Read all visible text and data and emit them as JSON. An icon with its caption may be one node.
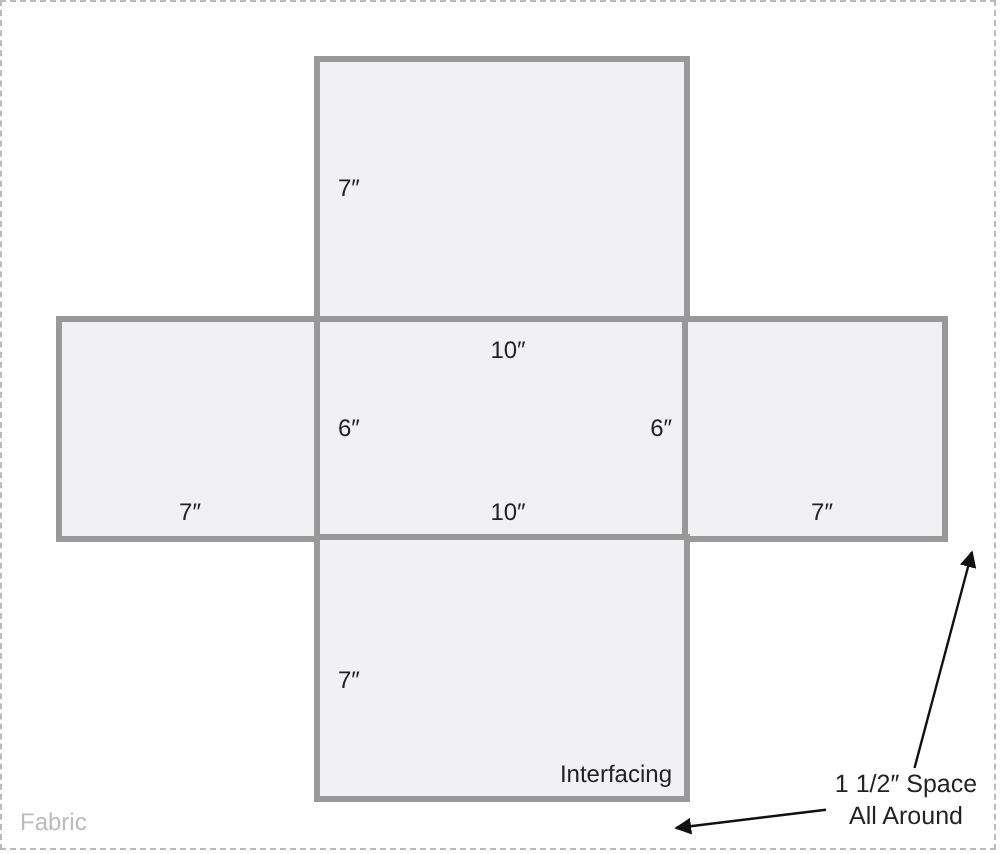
{
  "diagram": {
    "nodes": [
      {
        "text": [
          "Fabric"
        ]
      },
      {
        "text": [
          "7″"
        ],
        "in": 0
      },
      {
        "text": [
          "7″"
        ],
        "in": 0
      },
      {
        "text": [
          "10″",
          "6″",
          "6″",
          "10″"
        ],
        "in": 0
      },
      {
        "text": [
          "7″"
        ],
        "in": 0
      },
      {
        "text": [
          "7″",
          "Interfacing"
        ],
        "in": 0
      },
      {
        "text": [
          "1 1/2″ Space All Around"
        ],
        "in": 0
      }
    ],
    "edges": [
      {
        "from": 6,
        "to": 0,
        "arrow": "to"
      },
      {
        "from": 6,
        "to": 0,
        "arrow": "to"
      }
    ]
  }
}
